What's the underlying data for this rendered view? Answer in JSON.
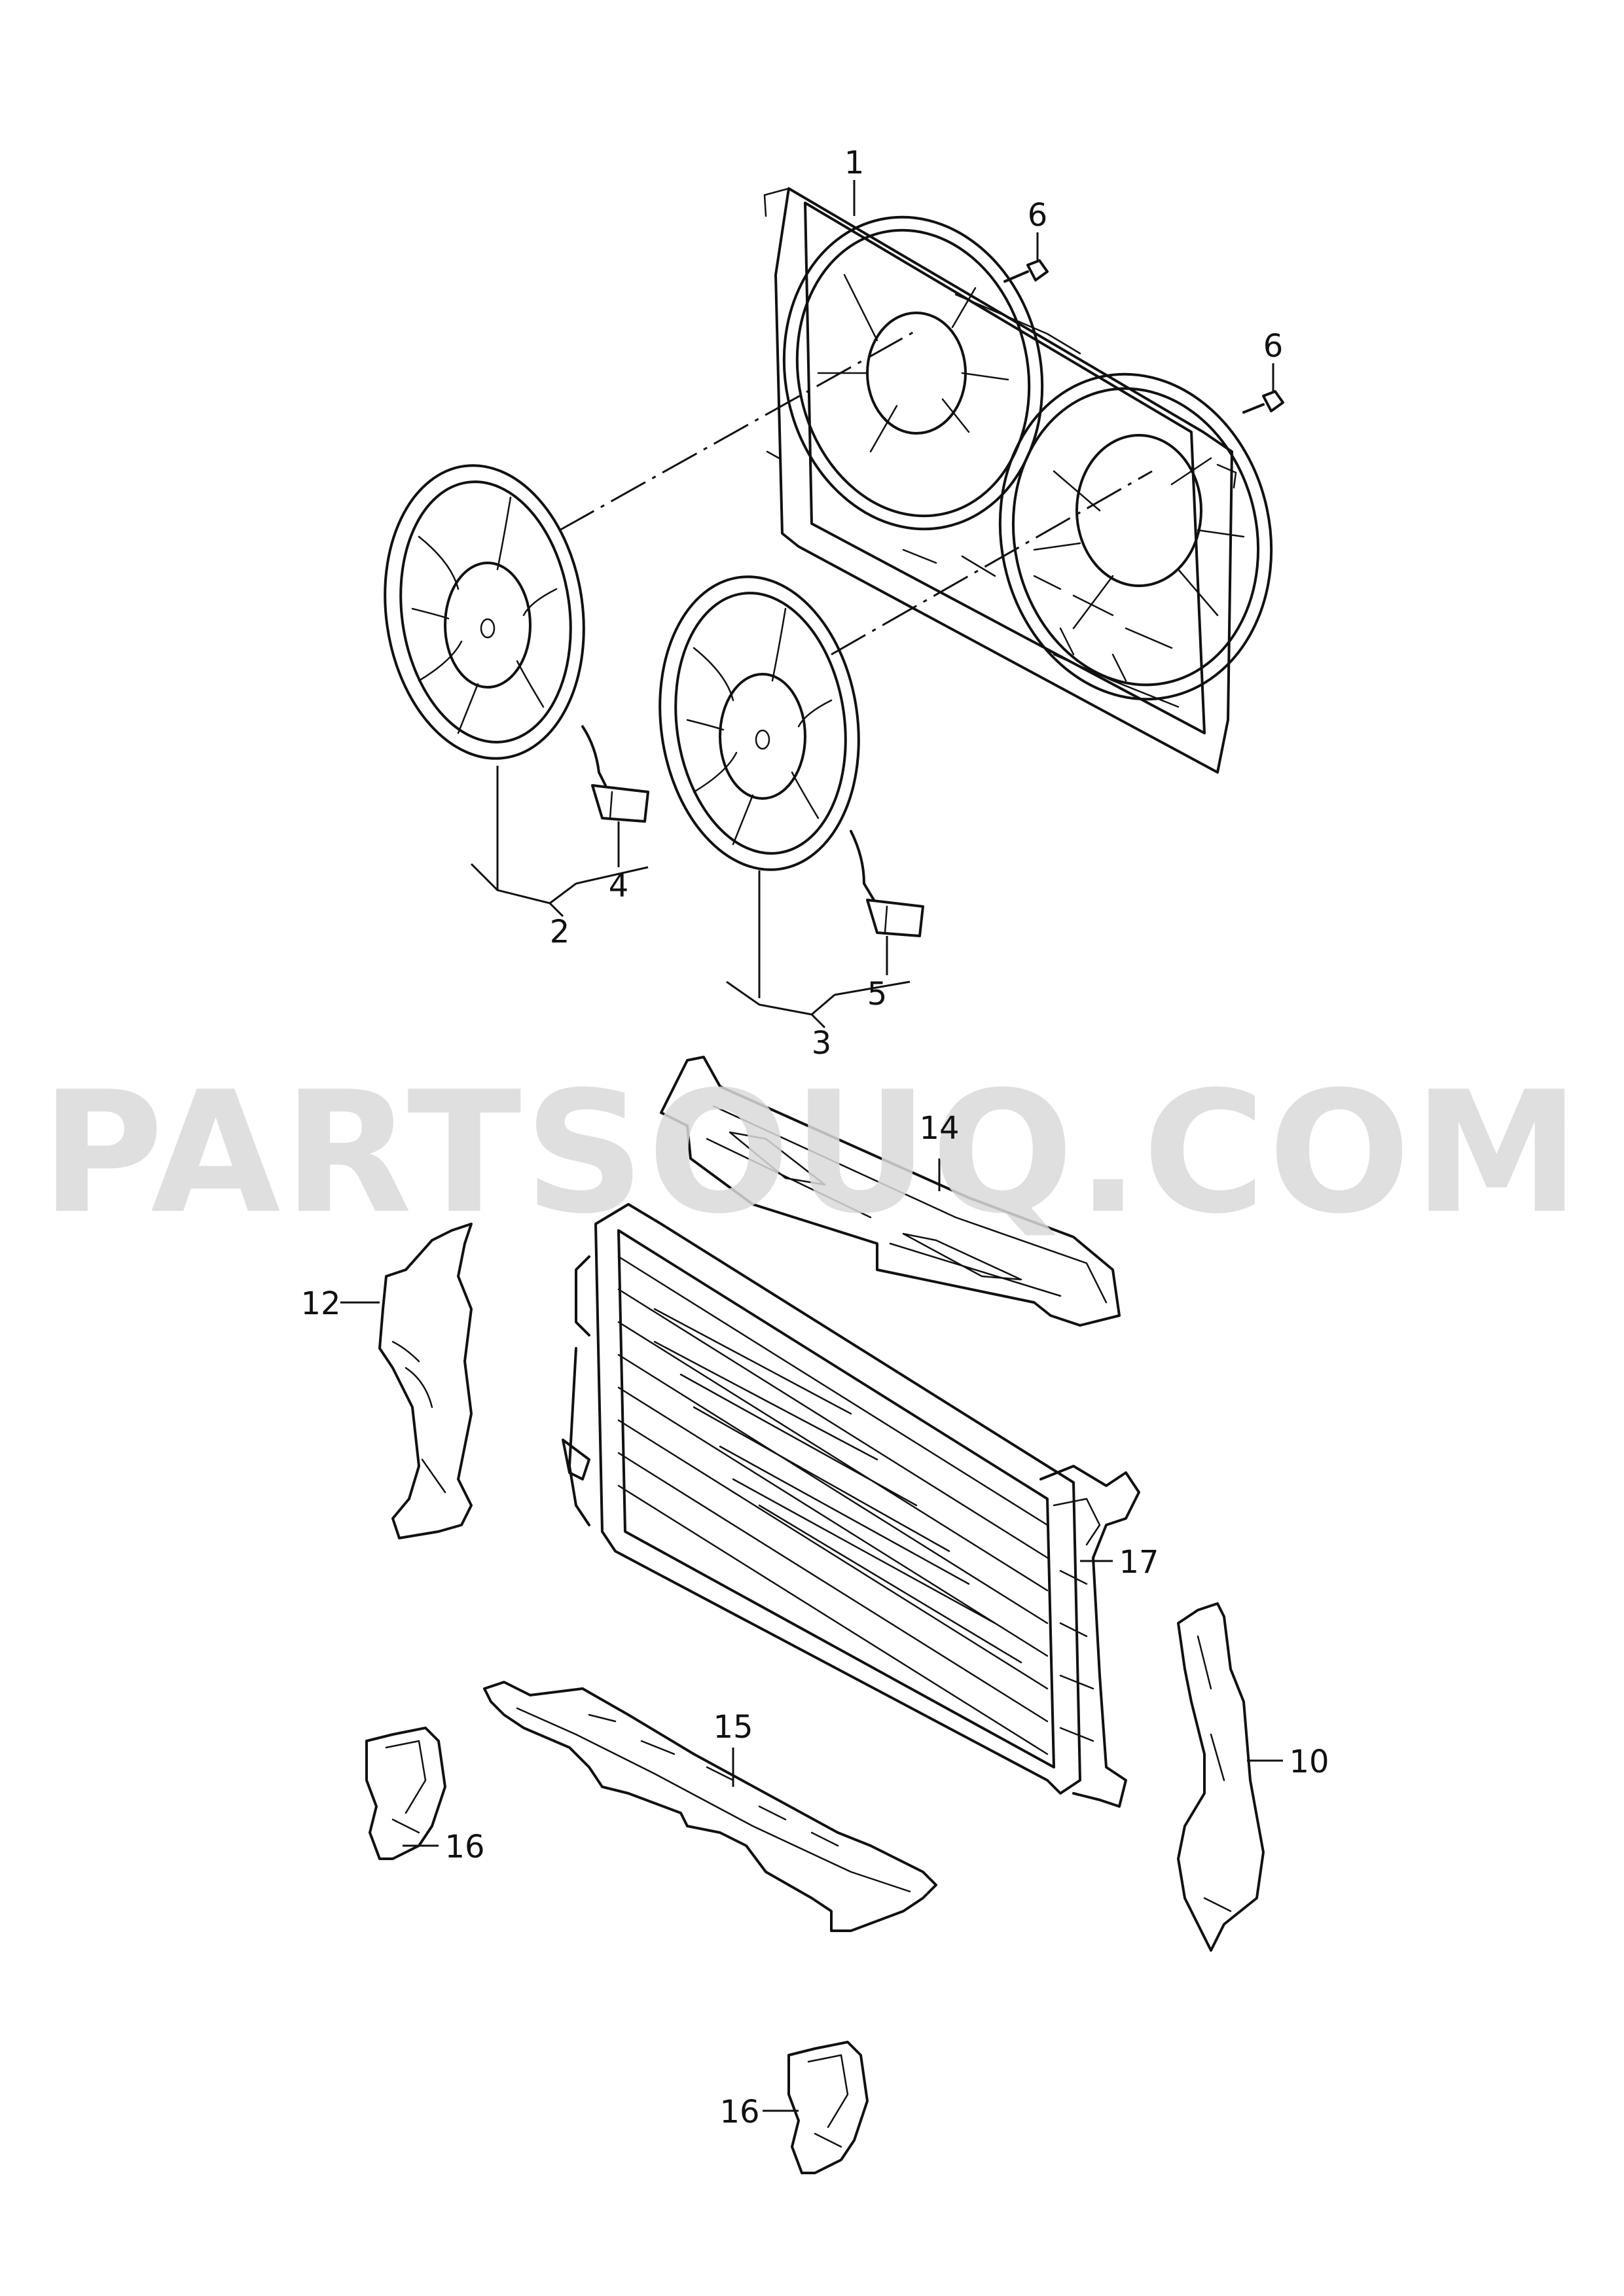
{
  "watermark": "PARTSOUQ.COM",
  "callouts": {
    "c1": "1",
    "c2": "2",
    "c3": "3",
    "c4": "4",
    "c5": "5",
    "c6a": "6",
    "c6b": "6",
    "c10": "10",
    "c12": "12",
    "c14": "14",
    "c15": "15",
    "c16a": "16",
    "c16b": "16",
    "c17": "17"
  }
}
